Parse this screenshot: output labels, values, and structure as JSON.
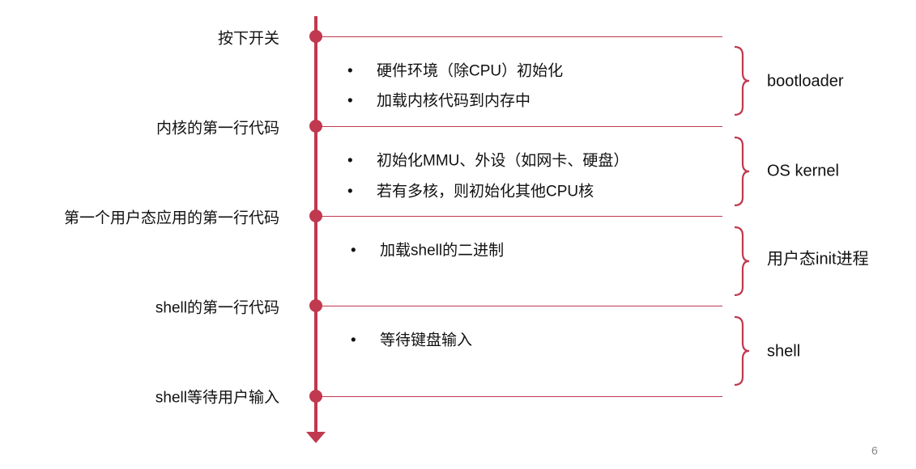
{
  "accent": "#C0394F",
  "milestones": [
    "按下开关",
    "内核的第一行代码",
    "第一个用户态应用的第一行代码",
    "shell的第一行代码",
    "shell等待用户输入"
  ],
  "stages": [
    {
      "label": "bootloader",
      "bullets": [
        "硬件环境（除CPU）初始化",
        "加载内核代码到内存中"
      ]
    },
    {
      "label": "OS kernel",
      "bullets": [
        "初始化MMU、外设（如网卡、硬盘）",
        "若有多核，则初始化其他CPU核"
      ]
    },
    {
      "label": "用户态init进程",
      "bullets": [
        "加载shell的二进制"
      ]
    },
    {
      "label": "shell",
      "bullets": [
        "等待键盘输入"
      ]
    }
  ],
  "bullet_char": "•",
  "page_number": "6"
}
